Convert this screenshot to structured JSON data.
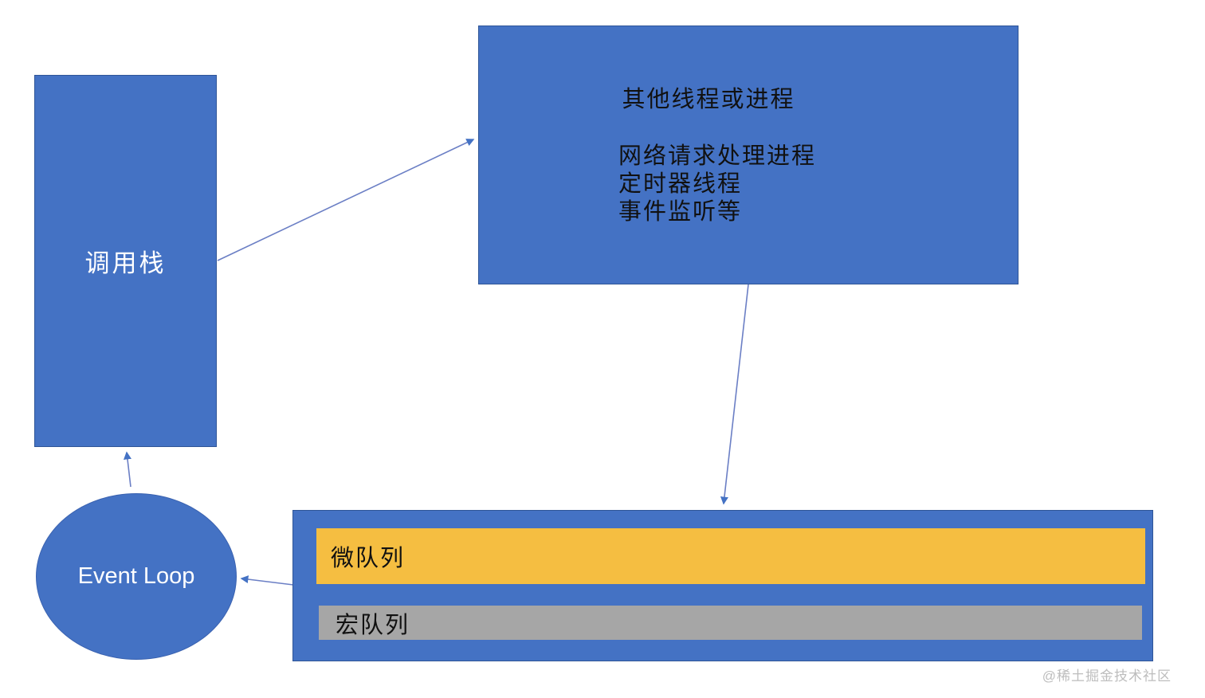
{
  "diagram": {
    "call_stack": {
      "label": "调用栈"
    },
    "other_threads": {
      "title": "其他线程或进程",
      "lines": [
        "网络请求处理进程",
        "定时器线程",
        "事件监听等"
      ]
    },
    "event_loop": {
      "label": "Event Loop"
    },
    "queues": {
      "micro_label": "微队列",
      "macro_label": "宏队列"
    },
    "connections": [
      {
        "from": "call-stack",
        "to": "other-threads"
      },
      {
        "from": "other-threads",
        "to": "queues-container"
      },
      {
        "from": "queues-container",
        "to": "event-loop"
      },
      {
        "from": "event-loop",
        "to": "call-stack"
      }
    ]
  },
  "colors": {
    "shape_blue": "#4472C4",
    "shape_border": "#2F5597",
    "micro_queue_yellow": "#F5BE41",
    "macro_queue_gray": "#A6A6A6",
    "arrow_blue": "#6B7FC5",
    "label_light": "#FFFFFF",
    "label_dark": "#111111",
    "watermark_gray": "#BDBDBD"
  },
  "watermark": {
    "text": "@稀土掘金技术社区"
  }
}
